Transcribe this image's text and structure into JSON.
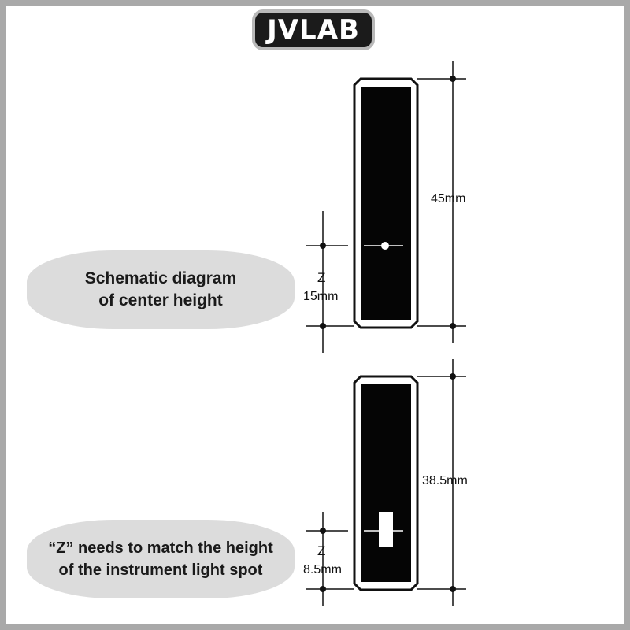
{
  "logo": {
    "text": "JVLAB"
  },
  "top": {
    "height_label": "45mm",
    "z_label": "Z",
    "z_value": "15mm",
    "caption_line1": "Schematic diagram",
    "caption_line2": "of center height"
  },
  "bottom": {
    "height_label": "38.5mm",
    "z_label": "Z",
    "z_value": "8.5mm",
    "caption_line1": "“Z” needs to match the height",
    "caption_line2": "of the instrument light spot"
  }
}
